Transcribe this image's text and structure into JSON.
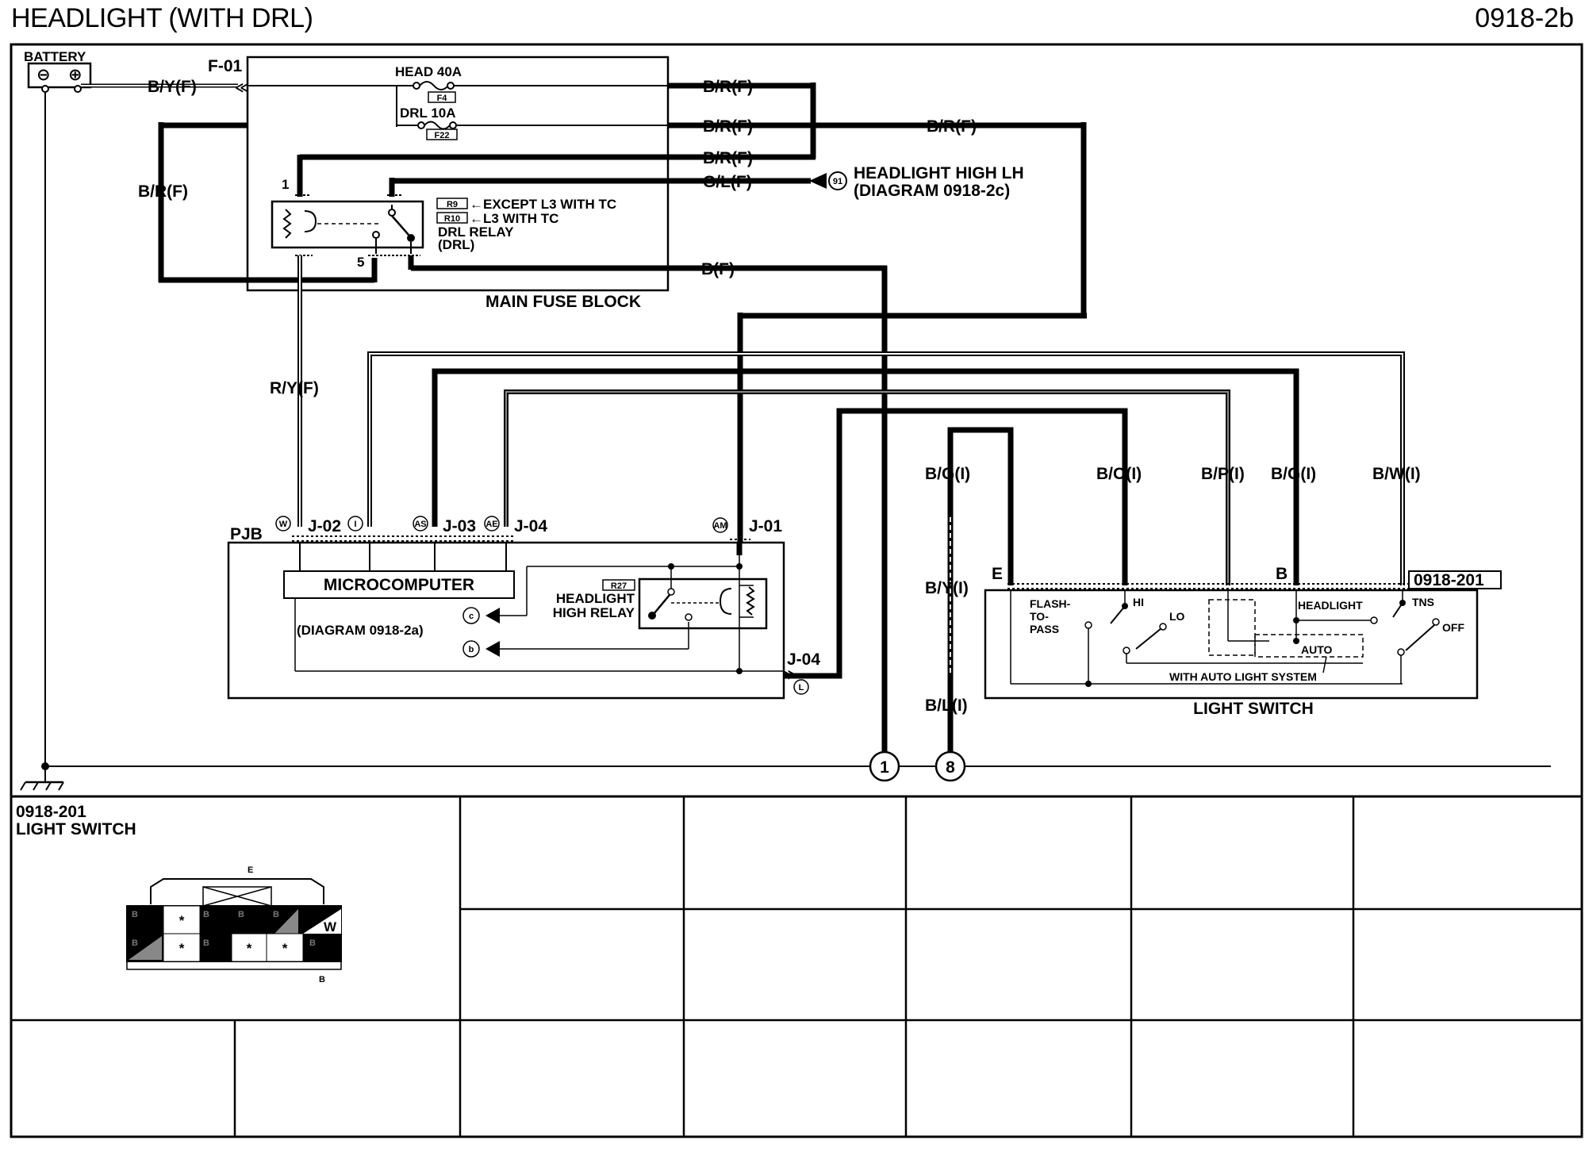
{
  "header": {
    "title": "HEADLIGHT (WITH DRL)",
    "code": "0918-2b"
  },
  "battery": {
    "label": "BATTERY",
    "neg": "⊖",
    "pos": "⊕"
  },
  "main_fuse_block": {
    "title": "MAIN FUSE BLOCK",
    "connector": "F-01",
    "fuse_head": "HEAD 40A",
    "fuse_head_id": "F4",
    "fuse_drl": "DRL 10A",
    "fuse_drl_id": "F22",
    "relay_tag_r9": "R9",
    "relay_tag_r10": "R10",
    "relay_except": "←EXCEPT L3 WITH TC",
    "relay_l3": "←L3 WITH TC",
    "relay_name": "DRL RELAY",
    "relay_name2": "(DRL)",
    "pin1": "1",
    "pin5": "5"
  },
  "wires": {
    "by_f": "B/Y(F)",
    "br_f_1": "B/R(F)",
    "br_f_2": "B/R(F)",
    "br_f_3": "B/R(F)",
    "br_f_right": "B/R(F)",
    "br_f_left": "B/R(F)",
    "gl_f": "G/L(F)",
    "b_f": "B(F)",
    "ry_f": "R/Y(F)",
    "bg_i_left": "B/G(I)",
    "by_i": "B/Y(I)",
    "bl_i": "B/L(I)",
    "bo_i": "B/O(I)",
    "bp_i": "B/P(I)",
    "bg_i_right": "B/G(I)",
    "bw_i": "B/W(I)"
  },
  "headlight_high": {
    "ref": "91",
    "label": "HEADLIGHT HIGH LH",
    "diagram": "(DIAGRAM 0918-2c)"
  },
  "pjb": {
    "title": "PJB",
    "w": "W",
    "j02": "J-02",
    "i": "I",
    "as": "AS",
    "j03": "J-03",
    "ae": "AE",
    "j04_top": "J-04",
    "am": "AM",
    "j01": "J-01",
    "microcomputer": "MICROCOMPUTER",
    "diagram": "(DIAGRAM 0918-2a)",
    "ref_c": "c",
    "ref_b": "b",
    "relay_tag": "R27",
    "relay_name1": "HEADLIGHT",
    "relay_name2": "HIGH RELAY",
    "j04_bottom": "J-04",
    "l": "L"
  },
  "light_switch": {
    "title": "LIGHT SWITCH",
    "connector": "0918-201",
    "pin_e": "E",
    "pin_b": "B",
    "flash": "FLASH-",
    "to": "TO-",
    "pass": "PASS",
    "hi": "HI",
    "lo": "LO",
    "headlight": "HEADLIGHT",
    "tns": "TNS",
    "off": "OFF",
    "auto": "AUTO",
    "with_auto": "WITH AUTO LIGHT SYSTEM"
  },
  "grounds": {
    "g1": "1",
    "g8": "8"
  },
  "connector_panel": {
    "code": "0918-201",
    "name": "LIGHT SWITCH",
    "e": "E",
    "b": "B",
    "w": "W",
    "cells_top": [
      "B",
      "*",
      "B",
      "B",
      "B",
      "W"
    ],
    "cells_bottom": [
      "B",
      "*",
      "B",
      "*",
      "*",
      "B"
    ]
  }
}
